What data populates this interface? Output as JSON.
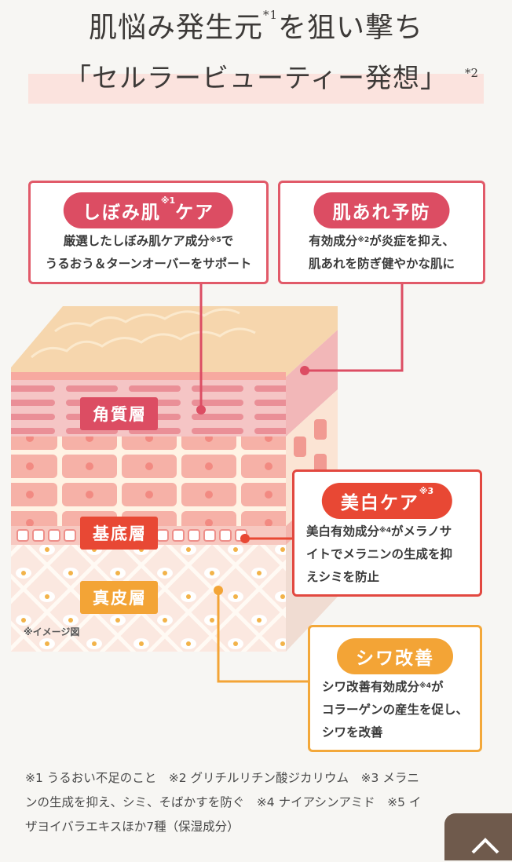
{
  "title": {
    "line1_a": "肌悩み発生元",
    "line1_sup": "*1",
    "line1_b": "を狙い撃ち",
    "line2": "「セルラービューティー発想」",
    "line2_note": "*2"
  },
  "callouts": {
    "shibomi": {
      "label": "しぼみ肌",
      "label_sup": "※1",
      "label_tail": "ケア",
      "line1_a": "厳選したしぼみ肌ケア成分",
      "line1_sup": "※5",
      "line1_b": "で",
      "line2": "うるおう＆ターンオーバーをサポート"
    },
    "hadare": {
      "label": "肌あれ予防",
      "line1_a": "有効成分",
      "line1_sup": "※2",
      "line1_b": "が炎症を抑え、",
      "line2": "肌あれを防ぎ健やかな肌に"
    },
    "bihaku": {
      "label": "美白ケア",
      "label_sup": "※3",
      "line1_a": "美白有効成分",
      "line1_sup": "※4",
      "line1_b": "がメラノサ",
      "line2": "イトでメラニンの生成を抑",
      "line3": "えシミを防止"
    },
    "shiwa": {
      "label": "シワ改善",
      "line1_a": "シワ改善有効成分",
      "line1_sup": "※4",
      "line1_b": "が",
      "line2": "コラーゲンの産生を促し、",
      "line3": "シワを改善"
    }
  },
  "layers": {
    "kakushitsu": "角質層",
    "kitei": "基底層",
    "shinpi": "真皮層"
  },
  "image_note": "※イメージ図",
  "footnotes": {
    "line1": "※1 うるおい不足のこと　※2 グリチルリチン酸ジカリウム　※3 メラニ",
    "line2": "ンの生成を抑え、シミ、そばかすを防ぐ　※4 ナイアシンアミド　※5 イ",
    "line3": "ザヨイバラエキスほか7種（保湿成分）"
  },
  "colors": {
    "pink": "#dc4d63",
    "red": "#e84834",
    "orange": "#f3a436",
    "scroll_button": "#6f5a4c"
  }
}
